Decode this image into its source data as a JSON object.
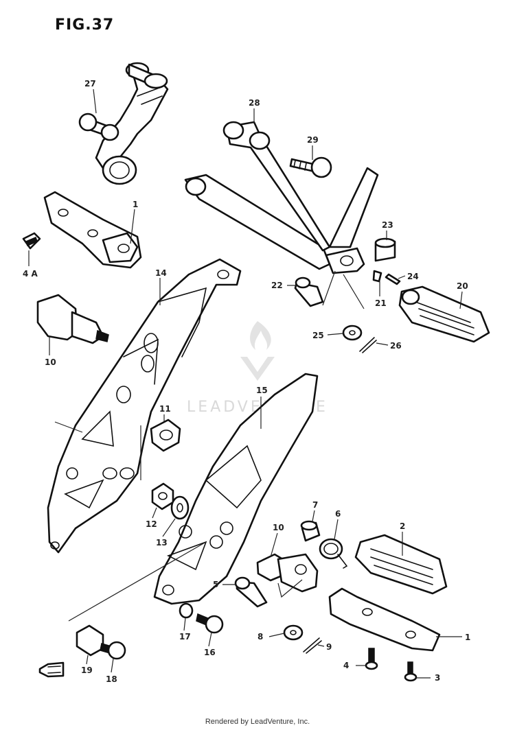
{
  "figure": {
    "title": "FIG.37"
  },
  "watermark": {
    "brand": "LEADVENTURE"
  },
  "callouts": [
    {
      "key": "27",
      "text": "27"
    },
    {
      "key": "1a",
      "text": "1"
    },
    {
      "key": "4a",
      "text": "4 A"
    },
    {
      "key": "14",
      "text": "14"
    },
    {
      "key": "10a",
      "text": "10"
    },
    {
      "key": "28",
      "text": "28"
    },
    {
      "key": "29",
      "text": "29"
    },
    {
      "key": "23",
      "text": "23"
    },
    {
      "key": "24",
      "text": "24"
    },
    {
      "key": "22",
      "text": "22"
    },
    {
      "key": "21",
      "text": "21"
    },
    {
      "key": "20",
      "text": "20"
    },
    {
      "key": "25",
      "text": "25"
    },
    {
      "key": "26",
      "text": "26"
    },
    {
      "key": "15",
      "text": "15"
    },
    {
      "key": "11",
      "text": "11"
    },
    {
      "key": "12",
      "text": "12"
    },
    {
      "key": "13",
      "text": "13"
    },
    {
      "key": "7",
      "text": "7"
    },
    {
      "key": "6",
      "text": "6"
    },
    {
      "key": "2",
      "text": "2"
    },
    {
      "key": "10b",
      "text": "10"
    },
    {
      "key": "5",
      "text": "5"
    },
    {
      "key": "17",
      "text": "17"
    },
    {
      "key": "16",
      "text": "16"
    },
    {
      "key": "8",
      "text": "8"
    },
    {
      "key": "9",
      "text": "9"
    },
    {
      "key": "1b",
      "text": "1"
    },
    {
      "key": "4b",
      "text": "4"
    },
    {
      "key": "3",
      "text": "3"
    },
    {
      "key": "19",
      "text": "19"
    },
    {
      "key": "18",
      "text": "18"
    }
  ],
  "footer": {
    "text": "Rendered by LeadVenture, Inc."
  },
  "colors": {
    "line": "#111111",
    "watermark": "#d9d9d9"
  }
}
